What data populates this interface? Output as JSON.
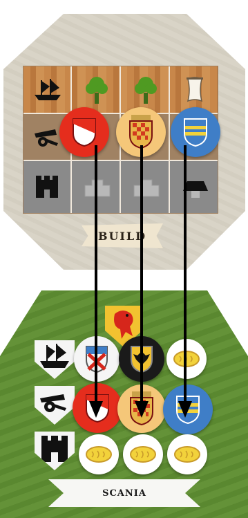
{
  "board": {
    "top_banner_label": "BUILD",
    "bottom_banner_label": "SCANIA",
    "top_hex_color": "#d9d4c7",
    "bottom_hex_color": "#5f8f32"
  },
  "players": [
    {
      "name": "red",
      "color": "#e52d1d",
      "shield": "red-white-shield-icon"
    },
    {
      "name": "yellow",
      "color": "#f5c779",
      "shield": "red-gold-checkered-shield-icon"
    },
    {
      "name": "blue",
      "color": "#3f7ec7",
      "shield": "blue-yellow-striped-shield-icon"
    }
  ],
  "top_grid": {
    "rows": [
      {
        "icon": "ship-icon",
        "cells": [
          "tree-icon",
          "tree-icon",
          "sail-icon"
        ]
      },
      {
        "icon": "cannon-icon",
        "cells": [
          "red-disc",
          "yellow-disc",
          "blue-disc"
        ]
      },
      {
        "icon": "castle-icon",
        "cells": [
          "empty-building-slot-icon",
          "empty-building-slot-icon",
          "building-slot-icon"
        ]
      }
    ]
  },
  "bottom_grid": {
    "crest": "scania-griffin-crest-icon",
    "rows": [
      {
        "icon": "ship-icon",
        "cells": [
          "red-cross-shield-disc",
          "black-eagle-shield-disc",
          "bread-disc"
        ]
      },
      {
        "icon": "cannon-icon",
        "cells": [
          "red-disc",
          "yellow-disc",
          "blue-disc"
        ]
      },
      {
        "icon": "castle-icon",
        "cells": [
          "bread-disc",
          "bread-disc",
          "bread-disc"
        ]
      }
    ]
  },
  "arrows": [
    "red-move-arrow",
    "yellow-move-arrow",
    "blue-move-arrow"
  ]
}
